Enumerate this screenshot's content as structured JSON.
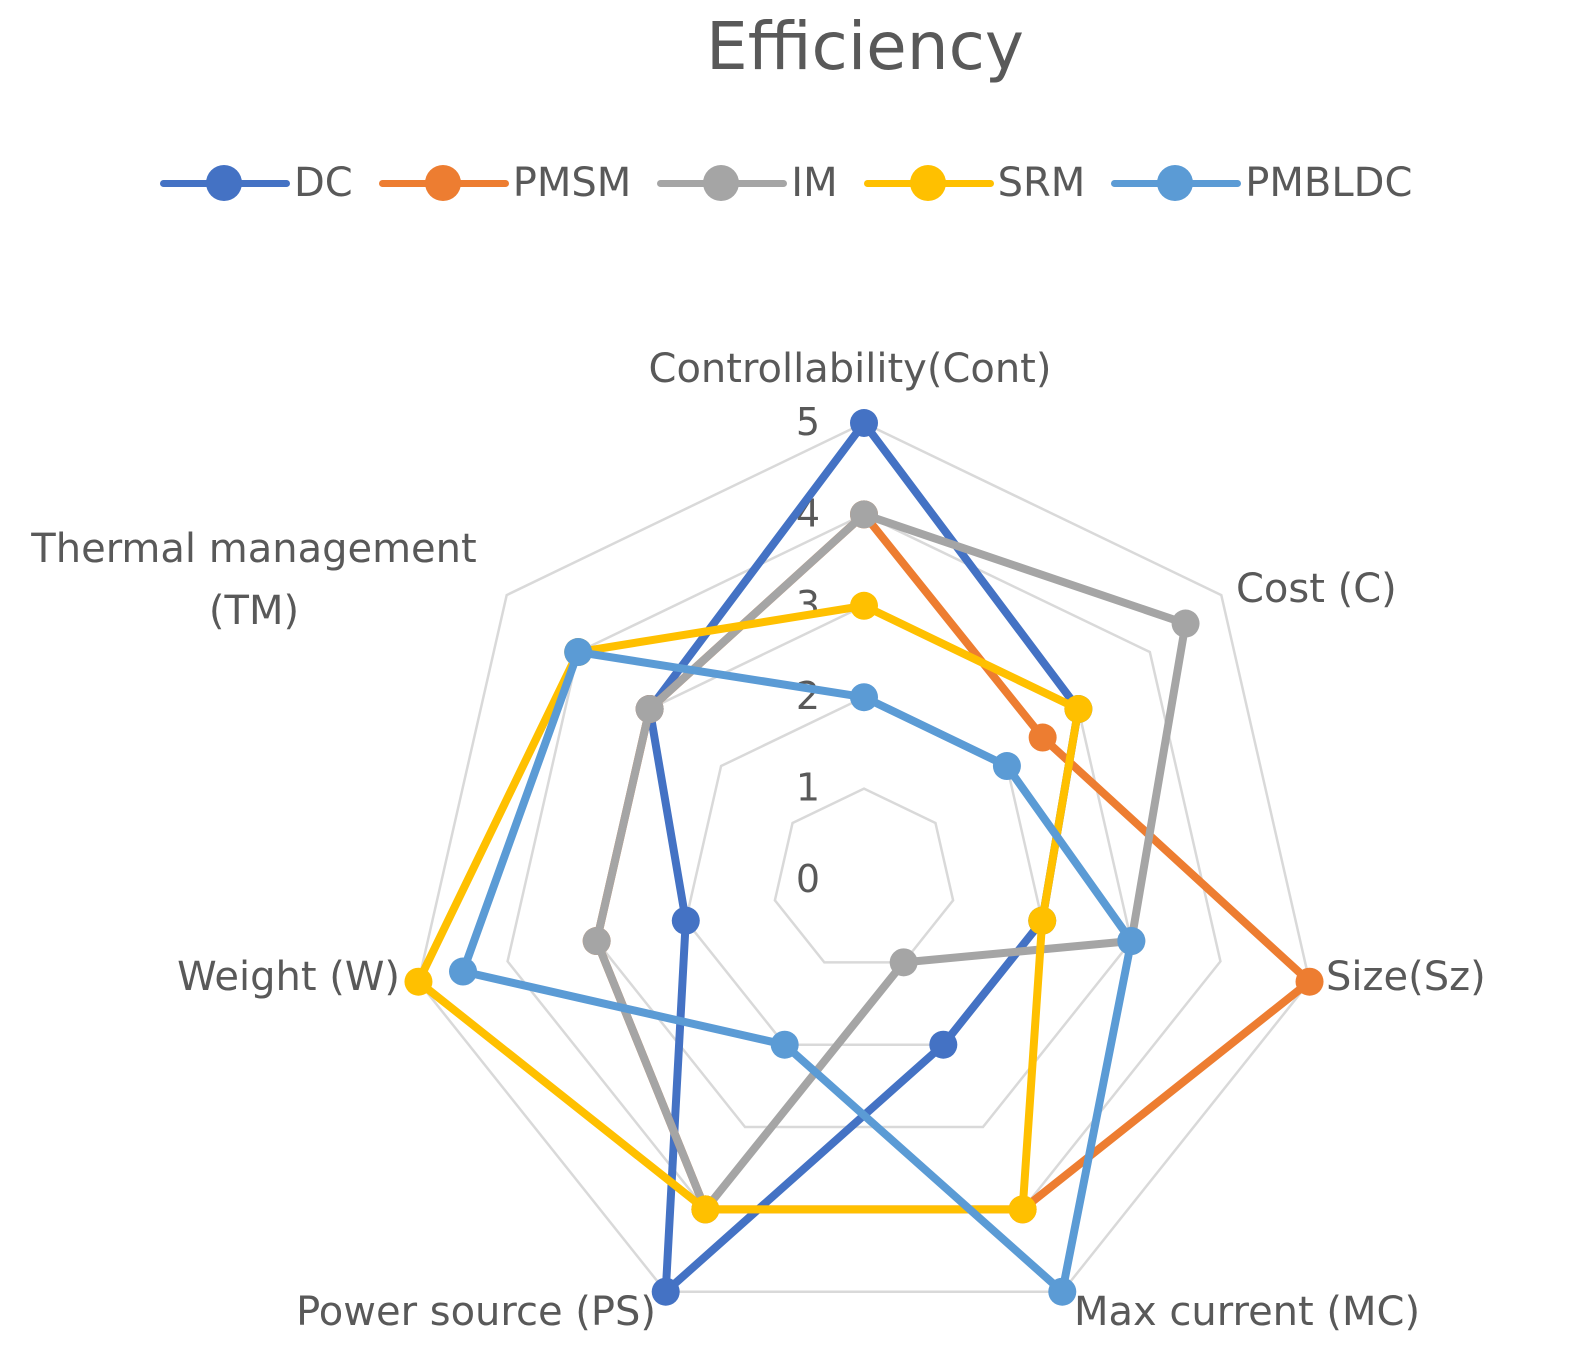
{
  "chart_data": {
    "type": "radar",
    "title": "Efficiency",
    "axes": [
      "Controllability(Cont)",
      "Cost (C)",
      "Size(Sz)",
      "Max current (MC)",
      "Power source (PS)",
      "Weight (W)",
      "Thermal management (TM)"
    ],
    "axis_label_lines": [
      [
        "Controllability(Cont)"
      ],
      [
        "Cost (C)"
      ],
      [
        "Size(Sz)"
      ],
      [
        "Max current (MC)"
      ],
      [
        "Power source (PS)"
      ],
      [
        "Weight (W)"
      ],
      [
        "Thermal management",
        "(TM)"
      ]
    ],
    "ticks": [
      "0",
      "1",
      "2",
      "3",
      "4",
      "5"
    ],
    "rlim": [
      0,
      5
    ],
    "grid": true,
    "legend_position": "top",
    "series": [
      {
        "name": "DC",
        "color": "#4472C4",
        "values": [
          5,
          3,
          2,
          2,
          5,
          2,
          3
        ]
      },
      {
        "name": "PMSM",
        "color": "#ED7D31",
        "values": [
          4,
          2.5,
          5,
          4,
          4,
          3,
          3
        ]
      },
      {
        "name": "IM",
        "color": "#A5A5A5",
        "values": [
          4,
          4.5,
          3,
          1,
          4,
          3,
          3
        ]
      },
      {
        "name": "SRM",
        "color": "#FFC000",
        "values": [
          3,
          3,
          2,
          4,
          4,
          5,
          4
        ]
      },
      {
        "name": "PMBLDC",
        "color": "#5B9BD5",
        "values": [
          2,
          2,
          3,
          5,
          2,
          4.5,
          4
        ]
      }
    ]
  }
}
